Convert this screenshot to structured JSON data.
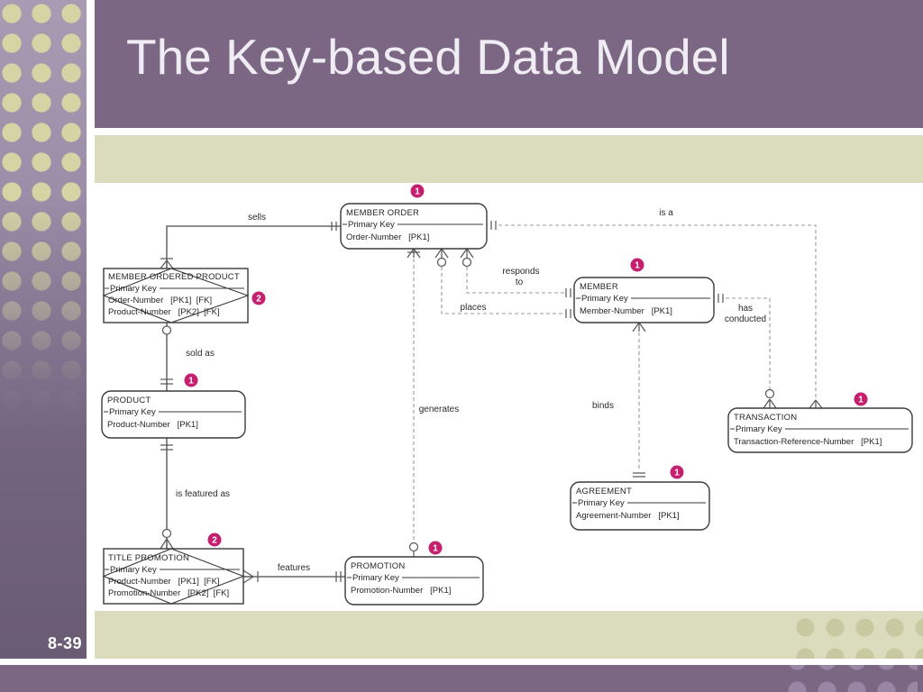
{
  "slide": {
    "title": "The Key-based Data Model",
    "page_number": "8-39"
  },
  "colors": {
    "header_purple": "#7b6784",
    "sidebar_top_purple": "#a89bb3",
    "sidebar_bottom_purple": "#6a5b74",
    "dot_cream": "#d6d4a5",
    "band_cream": "#dbdcbd",
    "badge_magenta": "#c51f6d"
  },
  "diagram": {
    "pk_label": "Primary Key",
    "entities": [
      {
        "name": "MEMBER ORDER",
        "badge": "1",
        "attributes": [
          "Order-Number   [PK1]"
        ]
      },
      {
        "name": "MEMBER ORDERED PRODUCT",
        "badge": "2",
        "attributes": [
          "Order-Number   [PK1]  [FK]",
          "Product-Number   [PK2]  [FK]"
        ]
      },
      {
        "name": "PRODUCT",
        "badge": "1",
        "attributes": [
          "Product-Number   [PK1]"
        ]
      },
      {
        "name": "TITLE PROMOTION",
        "badge": "2",
        "attributes": [
          "Product-Number   [PK1]  [FK]",
          "Promotion-Number   [PK2]  [FK]"
        ]
      },
      {
        "name": "PROMOTION",
        "badge": "1",
        "attributes": [
          "Promotion-Number   [PK1]"
        ]
      },
      {
        "name": "MEMBER",
        "badge": "1",
        "attributes": [
          "Member-Number   [PK1]"
        ]
      },
      {
        "name": "TRANSACTION",
        "badge": "1",
        "attributes": [
          "Transaction-Reference-Number   [PK1]"
        ]
      },
      {
        "name": "AGREEMENT",
        "badge": "1",
        "attributes": [
          "Agreement-Number   [PK1]"
        ]
      }
    ],
    "relationships": [
      {
        "label": "sells"
      },
      {
        "label": "sold as"
      },
      {
        "label": "is featured as"
      },
      {
        "label": "features"
      },
      {
        "label": "generates"
      },
      {
        "label": "places"
      },
      {
        "label": "responds",
        "label2": "to"
      },
      {
        "label": "is a"
      },
      {
        "label": "has",
        "label2": "conducted"
      },
      {
        "label": "binds"
      }
    ]
  }
}
